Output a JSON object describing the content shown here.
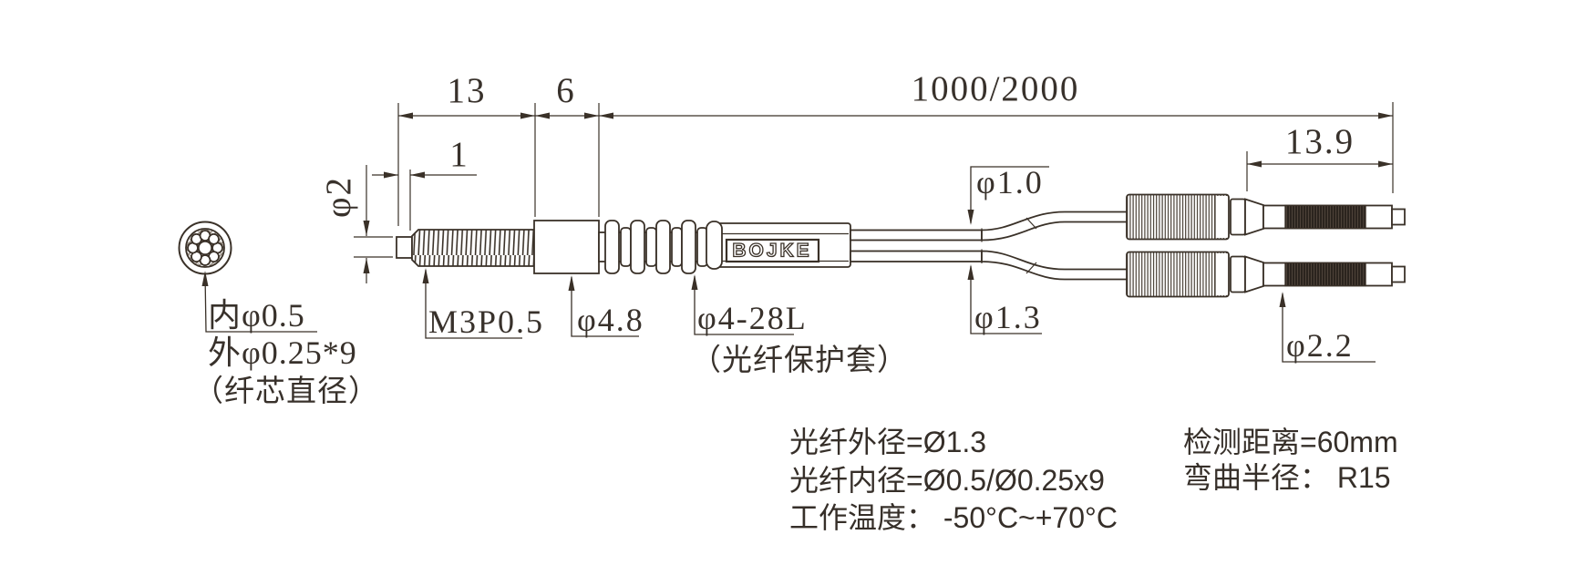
{
  "colors": {
    "line": "#3a3128",
    "text": "#38312b",
    "spec_text": "#362f29",
    "dark_fill": "#2b241e",
    "hatch": "#8d8378"
  },
  "logo": {
    "label": "BOJKE"
  },
  "dimensions": {
    "thread_length": "13",
    "body_length": "6",
    "cable_length": "1000/2000",
    "tip_assembly_length": "13.9",
    "tip_length": "1",
    "tip_diameter": "φ2"
  },
  "callouts": {
    "thread_spec": "M3P0.5",
    "body_diameter": "φ4.8",
    "sheath_spec": "φ4-28L",
    "sheath_note": "（光纤保护套）",
    "fiber_top_diameter": "φ1.0",
    "fiber_bottom_diameter": "φ1.3",
    "probe_diameter": "φ2.2",
    "core_inner": "内φ0.5",
    "core_outer": "外φ0.25*9",
    "core_note": "（纤芯直径）"
  },
  "specs": {
    "left": [
      "光纤外径=Ø1.3",
      "光纤内径=Ø0.5/Ø0.25x9",
      "工作温度： -50°C~+70°C"
    ],
    "right": [
      "检测距离=60mm",
      "弯曲半径： R15"
    ]
  }
}
